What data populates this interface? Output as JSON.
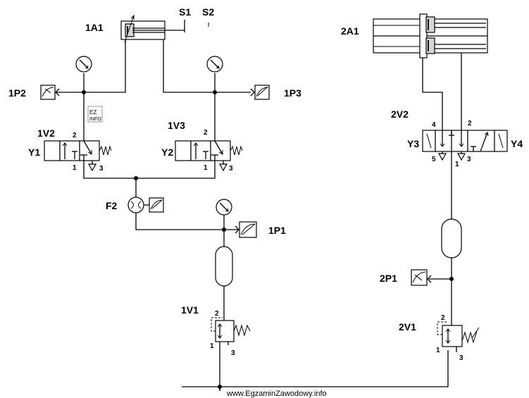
{
  "labels": {
    "cyl1": "1A1",
    "s1": "S1",
    "s2": "S2",
    "p2": "1P2",
    "p3": "1P3",
    "v2": "1V2",
    "v3": "1V3",
    "y1": "Y1",
    "y2": "Y2",
    "f2": "F2",
    "p1": "1P1",
    "v1": "1V1",
    "cyl2": "2A1",
    "v22": "2V2",
    "y3": "Y3",
    "y4": "Y4",
    "p21": "2P1",
    "v21": "2V1"
  },
  "ports": {
    "v2_2": "2",
    "v2_1": "1",
    "v2_3": "3",
    "v3_2": "2",
    "v3_1": "1",
    "v3_3": "3",
    "v1_2": "2",
    "v1_1": "1",
    "v1_3": "3",
    "v22_4": "4",
    "v22_2": "2",
    "v22_5": "5",
    "v22_1": "1",
    "v22_3": "3",
    "v21_2": "2",
    "v21_1": "1",
    "v21_3": "3"
  },
  "watermark": "www.EgzaminZawodowy.info",
  "logo_text": "EZ INFO"
}
